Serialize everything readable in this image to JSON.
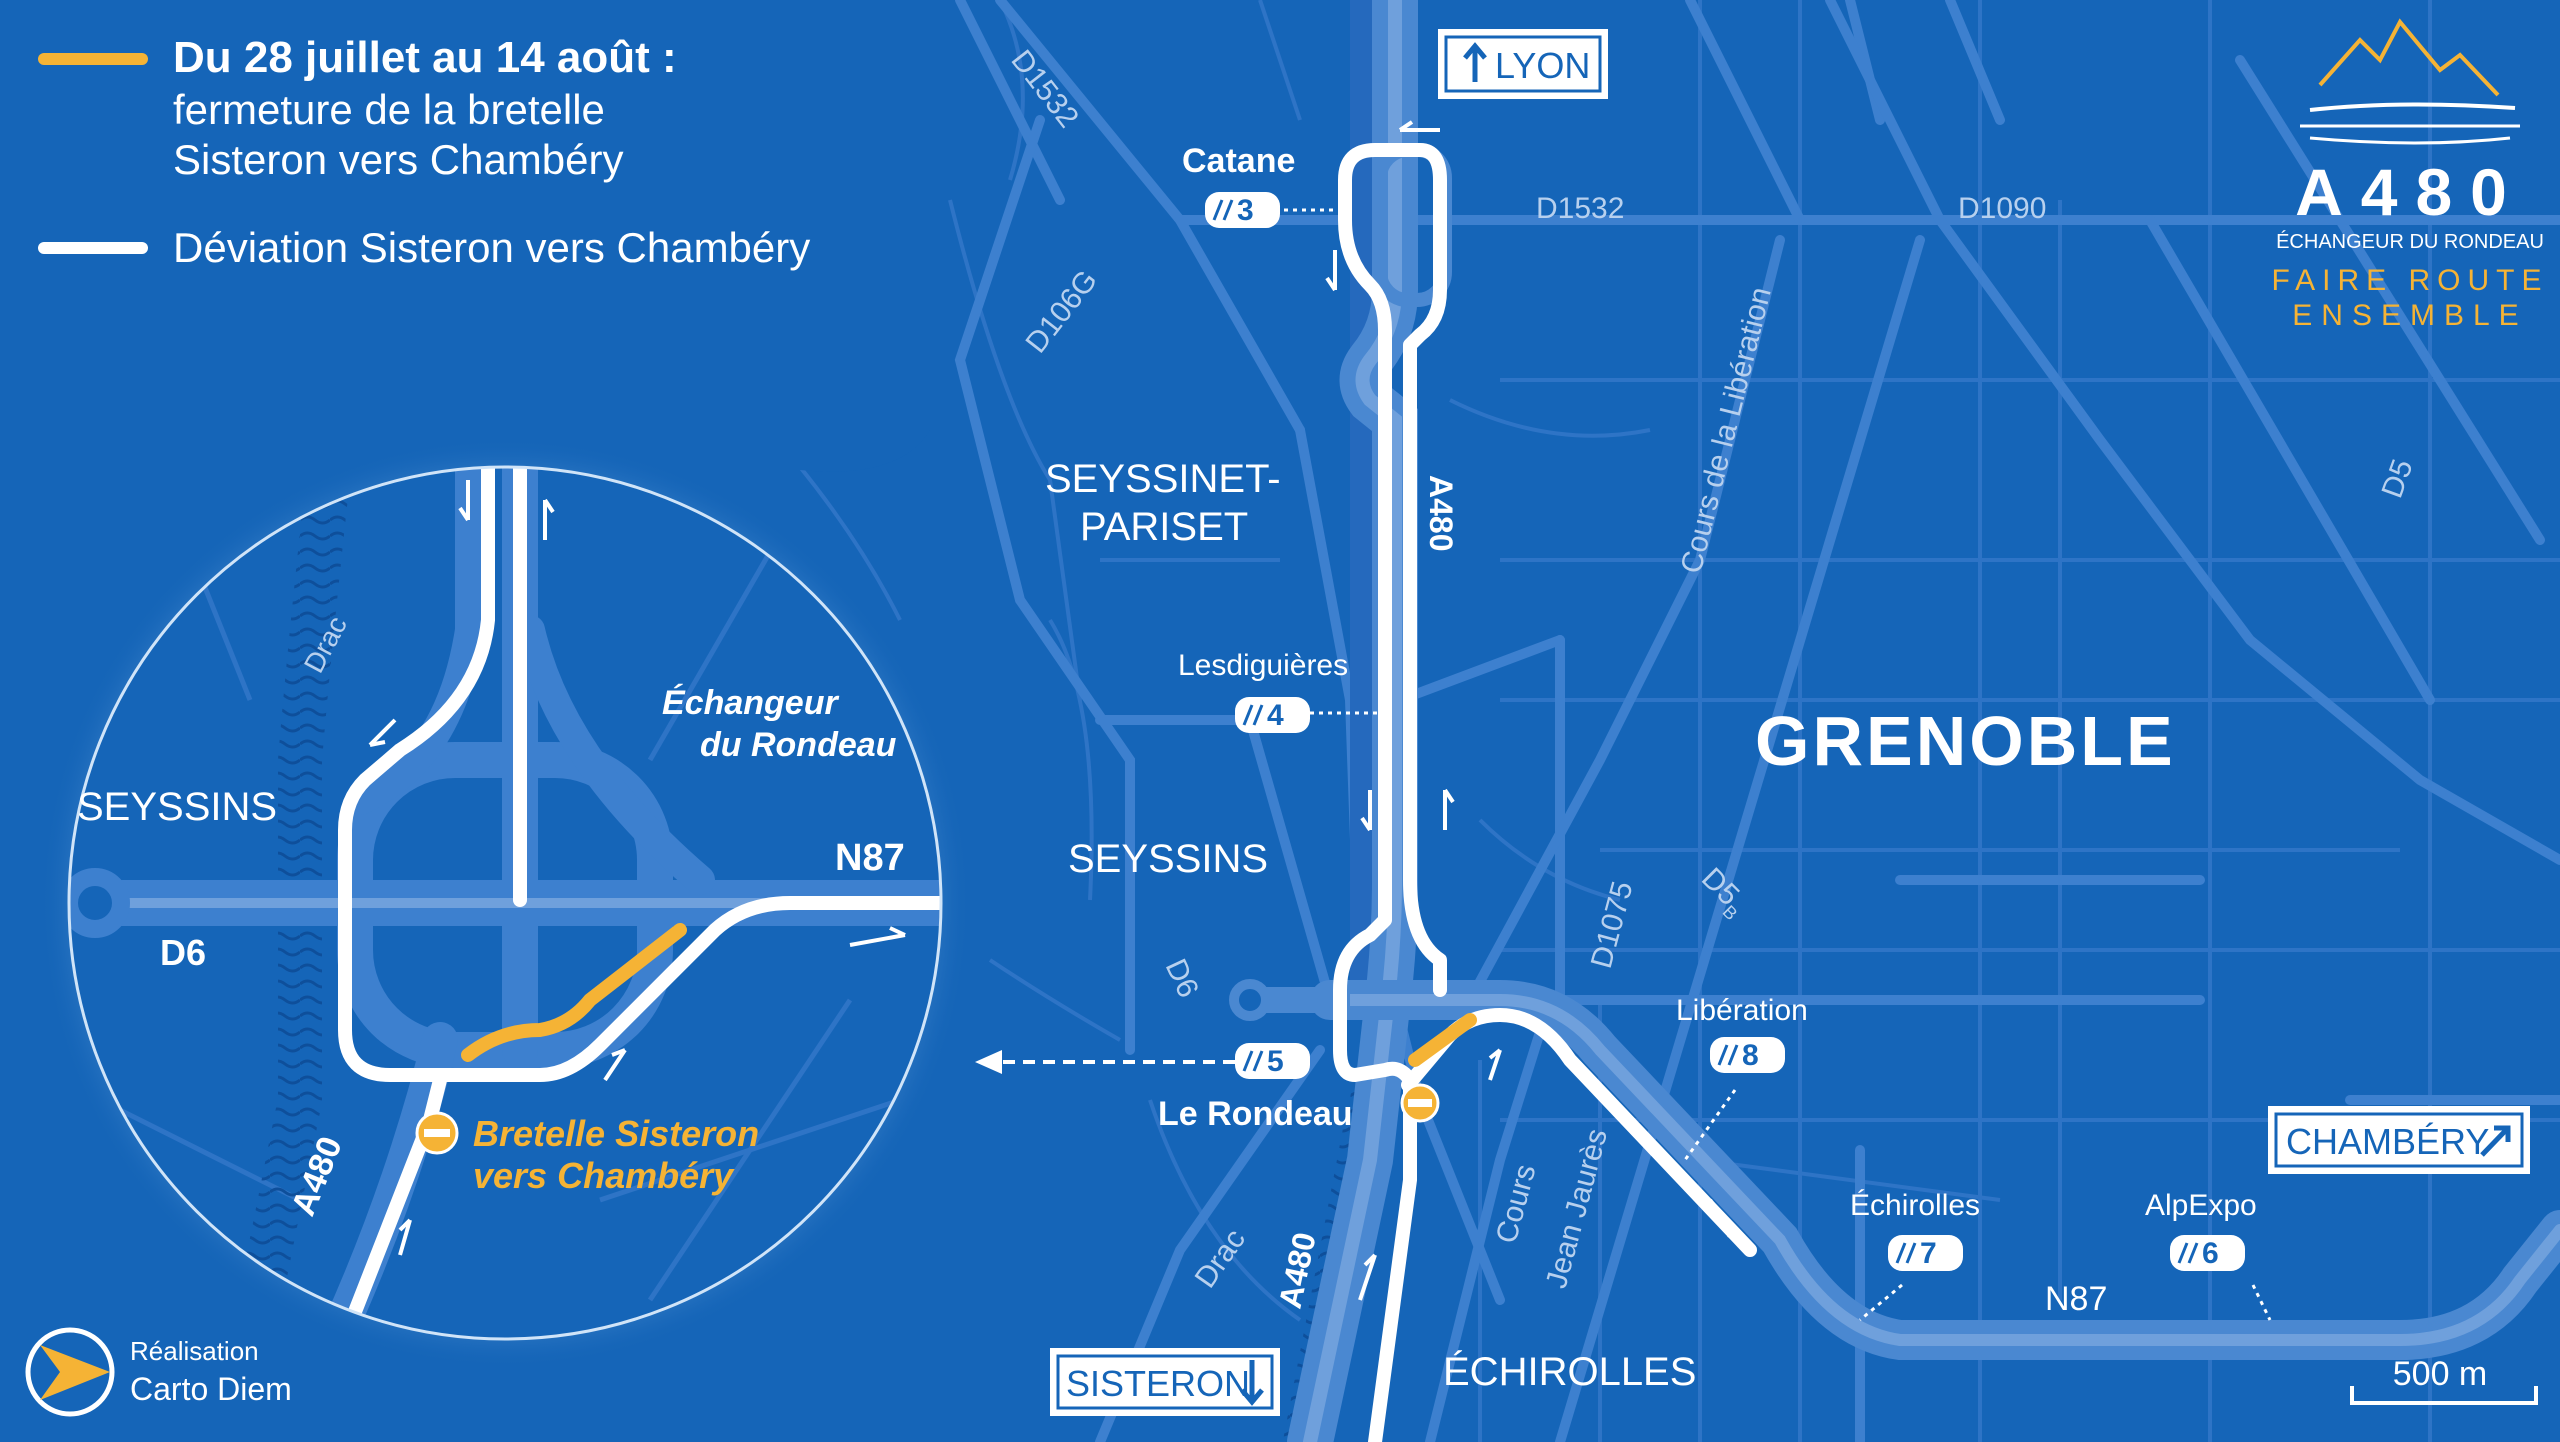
{
  "legend": {
    "closure_title": "Du 28 juillet au 14 août :",
    "closure_line1": "fermeture de la bretelle",
    "closure_line2": "Sisteron vers Chambéry",
    "detour": "Déviation Sisteron vers Chambéry"
  },
  "logo": {
    "title": "A480",
    "subtitle": "ÉCHANGEUR DU RONDEAU",
    "slogan_line1": "FAIRE ROUTE",
    "slogan_line2": "ENSEMBLE"
  },
  "credit": {
    "line1": "Réalisation",
    "line2": "Carto Diem"
  },
  "cities": {
    "grenoble": "GRENOBLE",
    "seyssinet_line1": "SEYSSINET-",
    "seyssinet_line2": "PARISET",
    "seyssins": "SEYSSINS",
    "echirolles": "ÉCHIROLLES"
  },
  "roads": {
    "d1532_a": "D1532",
    "d1532_b": "D1532",
    "d1090": "D1090",
    "d106g": "D106G",
    "d5": "D5",
    "d5b": "D5",
    "d5b_sup": "B",
    "d1075": "D1075",
    "d6": "D6",
    "n87": "N87",
    "a480": "A480",
    "a480_south": "A480",
    "drac": "Drac",
    "cours_liberation": "Cours de la Libération",
    "cours_jaures_line1": "Cours",
    "cours_jaures_line2": "Jean Jaurès"
  },
  "exits": [
    {
      "name": "Catane",
      "number": "3"
    },
    {
      "name": "Lesdiguières",
      "number": "4"
    },
    {
      "name": "Le Rondeau",
      "number": "5"
    },
    {
      "name": "Libération",
      "number": "8"
    },
    {
      "name": "Échirolles",
      "number": "7"
    },
    {
      "name": "AlpExpo",
      "number": "6"
    }
  ],
  "signs": {
    "lyon": "LYON",
    "chambery": "CHAMBÉRY",
    "sisteron": "SISTERON"
  },
  "scale": {
    "label": "500 m"
  },
  "inset": {
    "seyssins": "SEYSSINS",
    "d6": "D6",
    "n87": "N87",
    "a480": "A480",
    "drac": "Drac",
    "interchange_line1": "Échangeur",
    "interchange_line2": "du Rondeau",
    "closed_ramp_line1": "Bretelle Sisteron",
    "closed_ramp_line2": "vers Chambéry"
  },
  "colors": {
    "background": "#1565b8",
    "road": "#3d80cf",
    "detour": "#ffffff",
    "closure": "#f5b335",
    "dark_road": "#0e4f9b"
  }
}
